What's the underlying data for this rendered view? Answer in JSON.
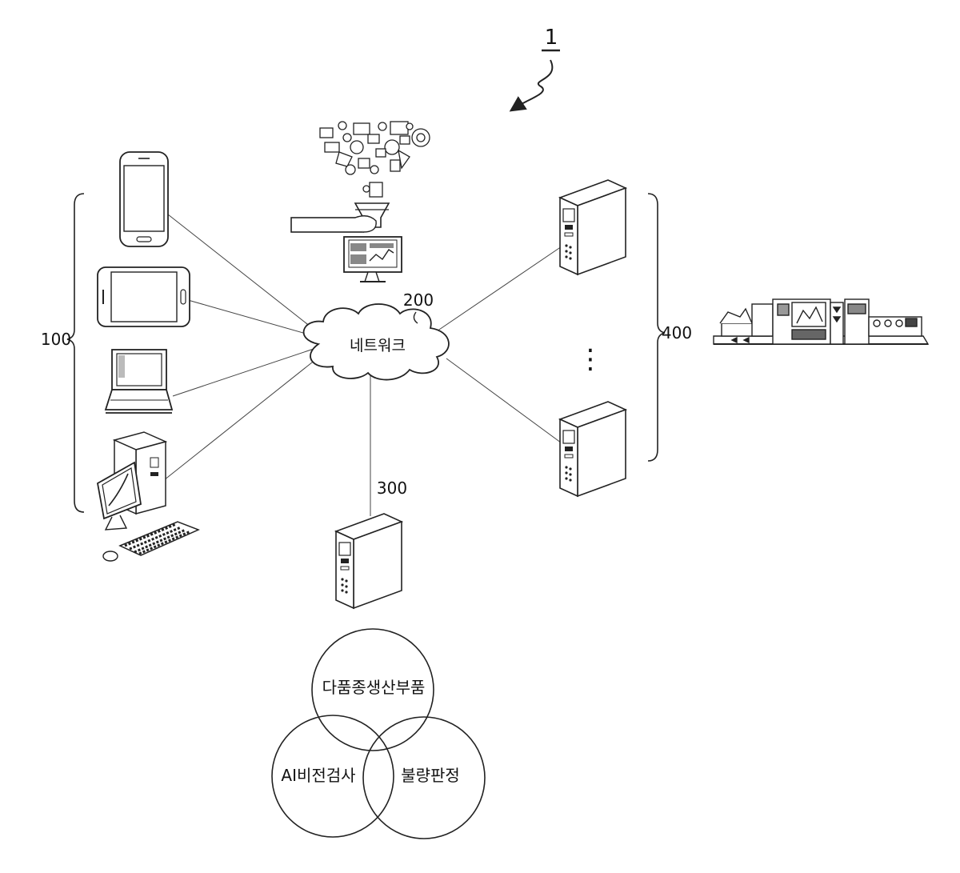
{
  "figure": {
    "ref_number": "1"
  },
  "network": {
    "label": "네트워크",
    "ref": "200"
  },
  "user_terminals": {
    "ref": "100",
    "devices": [
      "smartphone-icon",
      "tablet-icon",
      "laptop-icon",
      "desktop-computer-icon"
    ]
  },
  "inspection_server": {
    "ref": "300",
    "icon": "server-tower-icon"
  },
  "production_servers": {
    "ref": "400",
    "ellipsis": "⋮",
    "icons": [
      "server-tower-icon",
      "server-tower-icon"
    ]
  },
  "big_data_icon": "data-funnel-analytics-icon",
  "factory_icon": "factory-production-line-icon",
  "venn": {
    "top": "다품종생산부품",
    "left": "AI비전검사",
    "right": "불량판정"
  },
  "colors": {
    "line": "#222222",
    "background": "#ffffff"
  }
}
